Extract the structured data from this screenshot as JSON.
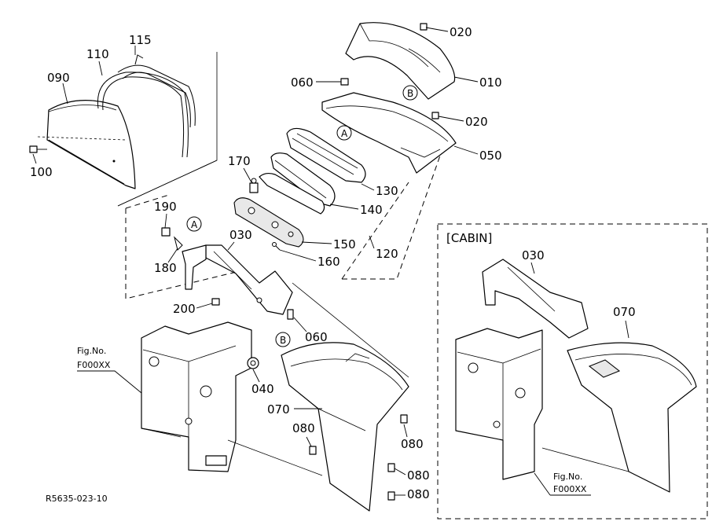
{
  "doc_code": "R5635-023-10",
  "cabin_title": "[CABIN]",
  "callouts": {
    "a": "A",
    "b": "B"
  },
  "fig_ref": {
    "line1": "Fig.No.",
    "line2": "F000XX"
  },
  "labels": {
    "p010": "010",
    "p020a": "020",
    "p020b": "020",
    "p030": "030",
    "p040": "040",
    "p050": "050",
    "p060a": "060",
    "p060b": "060",
    "p070": "070",
    "p080a": "080",
    "p080b": "080",
    "p080c": "080",
    "p080d": "080",
    "p090": "090",
    "p100": "100",
    "p110": "110",
    "p115": "115",
    "p120": "120",
    "p130": "130",
    "p140": "140",
    "p150": "150",
    "p160": "160",
    "p170": "170",
    "p180": "180",
    "p190": "190",
    "p200": "200",
    "cabin030": "030",
    "cabin070": "070"
  }
}
